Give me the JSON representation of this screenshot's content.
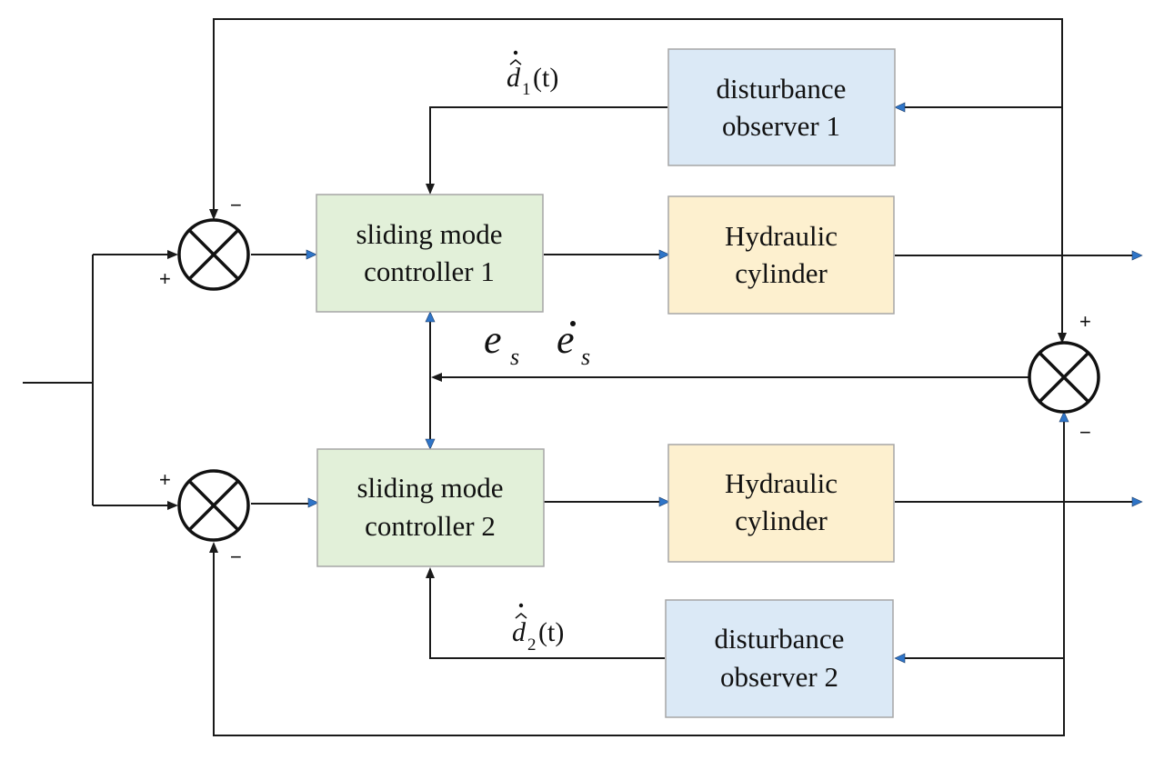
{
  "blocks": {
    "dob1": {
      "line1": "disturbance",
      "line2": "observer 1",
      "fill": "#dbe9f6"
    },
    "smc1": {
      "line1": "sliding mode",
      "line2": "controller 1",
      "fill": "#e2f0d9"
    },
    "hyd1": {
      "line1": "Hydraulic",
      "line2": "cylinder",
      "fill": "#fdf0cf"
    },
    "smc2": {
      "line1": "sliding mode",
      "line2": "controller 2",
      "fill": "#e2f0d9"
    },
    "hyd2": {
      "line1": "Hydraulic",
      "line2": "cylinder",
      "fill": "#fdf0cf"
    },
    "dob2": {
      "line1": "disturbance",
      "line2": "observer 2",
      "fill": "#dbe9f6"
    }
  },
  "signs": {
    "sum1_top": "−",
    "sum1_left": "+",
    "sum2_left": "+",
    "sum2_bottom": "−",
    "sum3_top": "+",
    "sum3_bottom": "−"
  },
  "labels": {
    "d1_var": "d",
    "d1_sub": "1",
    "d1_arg": "(t)",
    "d2_var": "d",
    "d2_sub": "2",
    "d2_arg": "(t)",
    "es_var": "e",
    "es_sub": "s",
    "esdot_var": "e",
    "esdot_sub": "s"
  },
  "colors": {
    "line": "#1a1a1a",
    "arrow_blue": "#2f75c8",
    "block_border": "#a6a6a6"
  }
}
